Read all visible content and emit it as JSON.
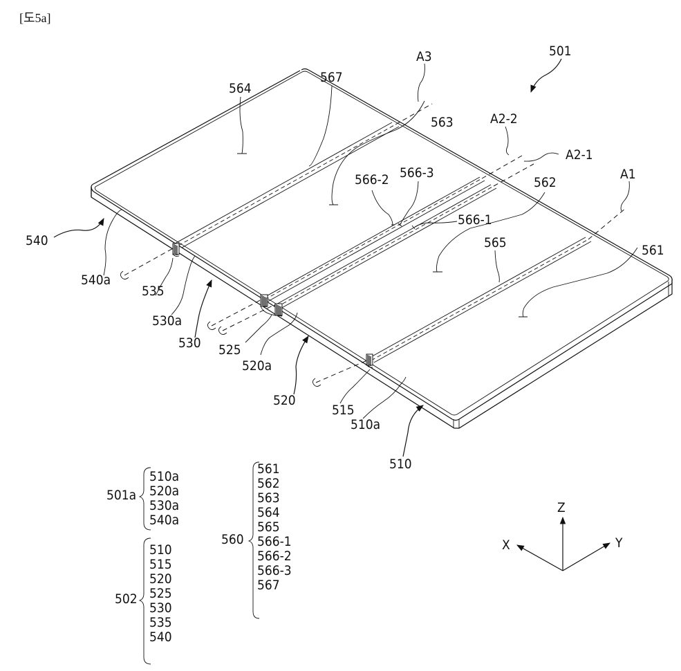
{
  "figure_label": "[도5a]",
  "device_ref": "501",
  "axes_labels": {
    "a3": "A3",
    "a2_2": "A2-2",
    "a2_1": "A2-1",
    "a1": "A1"
  },
  "display_labels": {
    "d561": "561",
    "d562": "562",
    "d563": "563",
    "d564": "564",
    "d565": "565",
    "d566_1": "566-1",
    "d566_2": "566-2",
    "d566_3": "566-3",
    "d567": "567"
  },
  "housing_labels": {
    "h510": "510",
    "h510a": "510a",
    "h515": "515",
    "h520": "520",
    "h520a": "520a",
    "h525": "525",
    "h530": "530",
    "h530a": "530a",
    "h535": "535",
    "h540": "540",
    "h540a": "540a"
  },
  "legend_groups": [
    {
      "key": "501a",
      "items": [
        "510a",
        "520a",
        "530a",
        "540a"
      ]
    },
    {
      "key": "502",
      "items": [
        "510",
        "515",
        "520",
        "525",
        "530",
        "535",
        "540"
      ]
    },
    {
      "key": "560",
      "items": [
        "561",
        "562",
        "563",
        "564",
        "565",
        "566-1",
        "566-2",
        "566-3",
        "567"
      ]
    }
  ],
  "coordinate_axes": {
    "x": "X",
    "y": "Y",
    "z": "Z"
  }
}
